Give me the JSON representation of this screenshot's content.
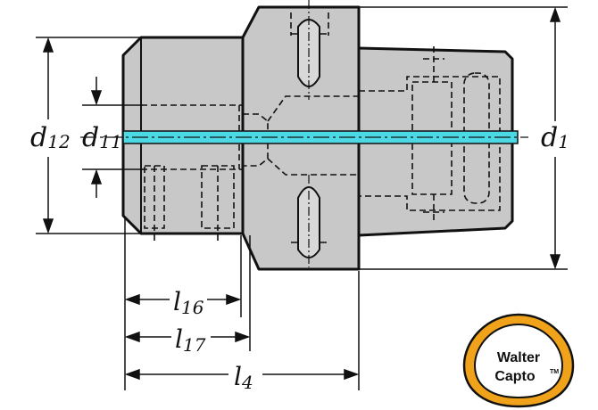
{
  "dimensions": {
    "d12": {
      "main": "d",
      "sub": "12"
    },
    "d11": {
      "main": "d",
      "sub": "11"
    },
    "d1": {
      "main": "d",
      "sub": "1"
    },
    "l16": {
      "main": "l",
      "sub": "16"
    },
    "l17": {
      "main": "l",
      "sub": "17"
    },
    "l4": {
      "main": "l",
      "sub": "4"
    }
  },
  "logo": {
    "line1": "Walter",
    "line2": "Capto",
    "mark": "TM"
  },
  "colors": {
    "body_fill": "#c8c8c8",
    "outline": "#111111",
    "coolant": "#4dd8e6",
    "logo_ring": "#f0a21a"
  }
}
